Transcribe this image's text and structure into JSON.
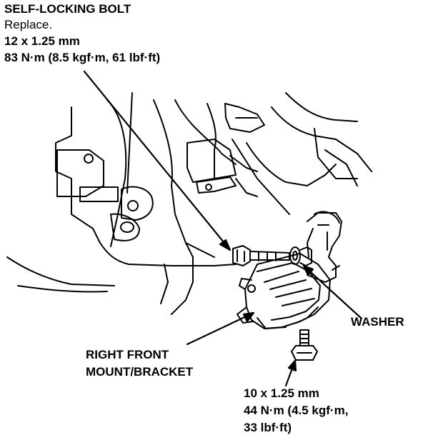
{
  "callouts": {
    "bolt": {
      "title": "SELF-LOCKING BOLT",
      "note": "Replace.",
      "size": "12 x 1.25 mm",
      "torque": "83 N·m (8.5 kgf·m, 61 lbf·ft)"
    },
    "washer": {
      "label": "WASHER"
    },
    "mount": {
      "line1": "RIGHT FRONT",
      "line2": "MOUNT/BRACKET"
    },
    "lower_bolt": {
      "size": "10 x 1.25 mm",
      "torque_line1": "44 N·m (4.5 kgf·m,",
      "torque_line2": "33 lbf·ft)"
    }
  },
  "colors": {
    "ink": "#000000",
    "paper": "#ffffff"
  }
}
